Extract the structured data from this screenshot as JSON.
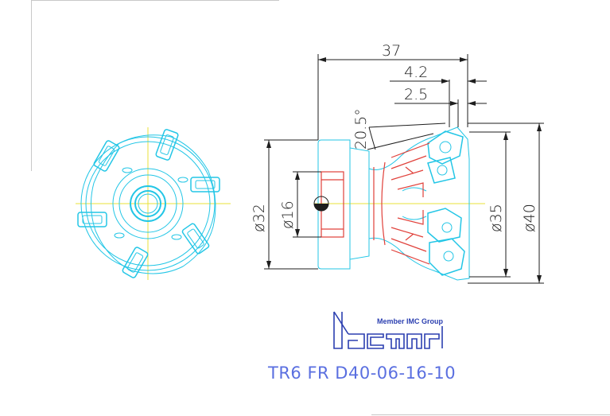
{
  "dimensions": {
    "overall_length": "37",
    "offset_a": "4.2",
    "offset_b": "2.5",
    "lead_angle": "20.5°",
    "dia_shank": "ø32",
    "dia_bore": "ø16",
    "dia_min": "ø35",
    "dia_max": "ø40"
  },
  "logo": {
    "tagline": "Member IMC Group",
    "brand": "iscar"
  },
  "part_number": "TR6 FR D40-06-16-10",
  "colors": {
    "cutter_cyan": "#23c6e6",
    "section_red": "#e0403a",
    "dimension_black": "#1e1e1e",
    "brand_blue": "#2b3fb0",
    "text_blue": "#5a6fe0"
  }
}
